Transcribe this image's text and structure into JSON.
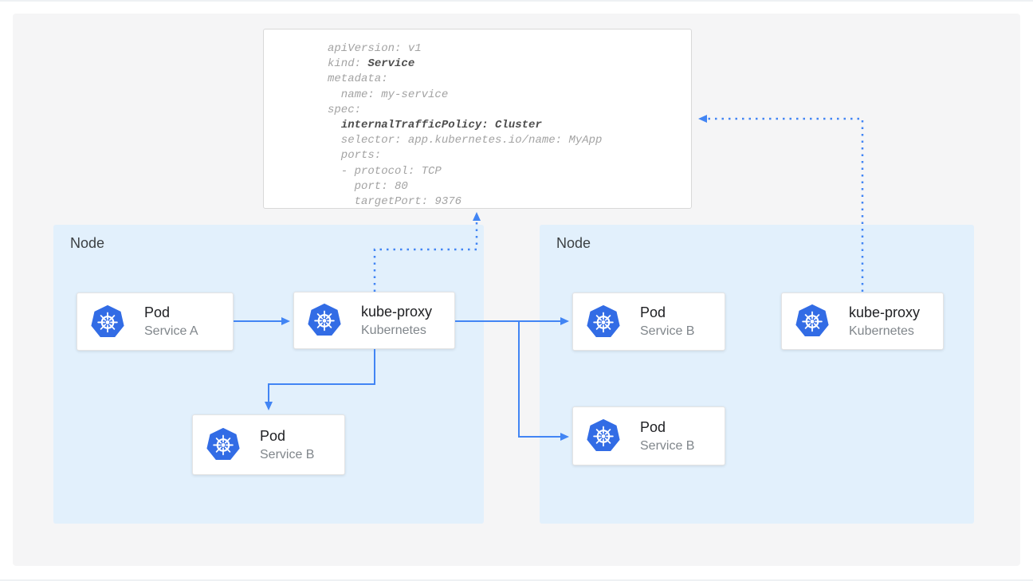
{
  "diagram": {
    "title": "Kubernetes Service internalTrafficPolicy diagram",
    "colors": {
      "accent_blue": "#4285f4",
      "kubernetes_blue": "#326ce5",
      "node_fill": "#e2f0fc",
      "panel_bg": "#f5f5f6",
      "card_title": "#202124",
      "card_subtitle": "#80868b",
      "yaml_text": "#a3a3a3",
      "yaml_bold": "#4d4d4d"
    },
    "yaml_box": {
      "lines": [
        [
          {
            "t": "apiVersion: v1",
            "b": false
          }
        ],
        [
          {
            "t": "kind: ",
            "b": false
          },
          {
            "t": "Service",
            "b": true
          }
        ],
        [
          {
            "t": "metadata:",
            "b": false
          }
        ],
        [
          {
            "t": "  name: my-service",
            "b": false
          }
        ],
        [
          {
            "t": "spec:",
            "b": false
          }
        ],
        [
          {
            "t": "  ",
            "b": false
          },
          {
            "t": "internalTrafficPolicy: Cluster",
            "b": true
          }
        ],
        [
          {
            "t": "  selector: app.kubernetes.io/name: MyApp",
            "b": false
          }
        ],
        [
          {
            "t": "  ports:",
            "b": false
          }
        ],
        [
          {
            "t": "  - protocol: TCP",
            "b": false
          }
        ],
        [
          {
            "t": "    port: 80",
            "b": false
          }
        ],
        [
          {
            "t": "    targetPort: 9376",
            "b": false
          }
        ]
      ]
    },
    "nodes": [
      {
        "label": "Node",
        "cards": [
          {
            "title": "Pod",
            "subtitle": "Service A",
            "icon": "kubernetes-icon"
          },
          {
            "title": "kube-proxy",
            "subtitle": "Kubernetes",
            "icon": "kubernetes-icon"
          },
          {
            "title": "Pod",
            "subtitle": "Service B",
            "icon": "kubernetes-icon"
          }
        ]
      },
      {
        "label": "Node",
        "cards": [
          {
            "title": "Pod",
            "subtitle": "Service B",
            "icon": "kubernetes-icon"
          },
          {
            "title": "kube-proxy",
            "subtitle": "Kubernetes",
            "icon": "kubernetes-icon"
          },
          {
            "title": "Pod",
            "subtitle": "Service B",
            "icon": "kubernetes-icon"
          }
        ]
      }
    ]
  }
}
